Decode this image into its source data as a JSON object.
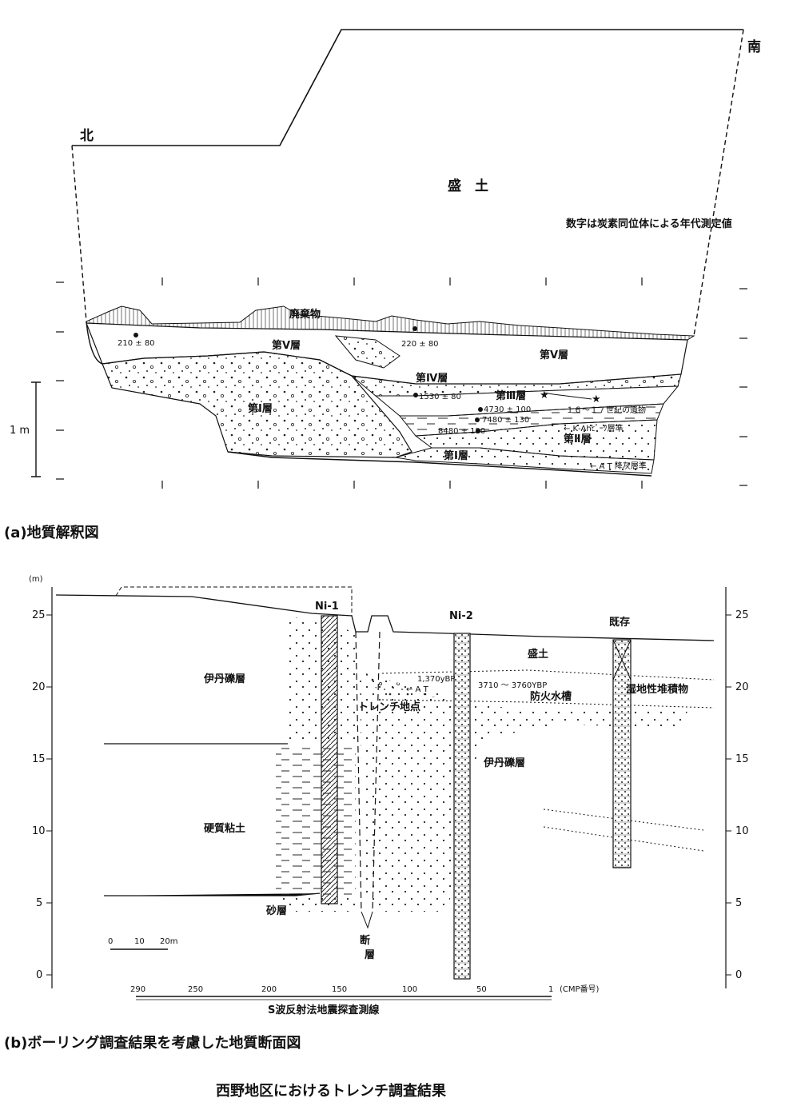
{
  "panel_a": {
    "north": "北",
    "south": "南",
    "fill_label": "盛　土",
    "note": "数字は炭素同位体による年代測定値",
    "waste": "廃棄物",
    "layer5_left": "第Ⅴ層",
    "layer5_right": "第Ⅴ層",
    "layer4": "第Ⅳ層",
    "layer3": "第Ⅲ層",
    "layer2": "第Ⅱ層",
    "layer1_left": "第Ⅰ層",
    "layer1_right": "第Ⅰ層",
    "date_210": "210 ± 80",
    "date_220": "220 ± 80",
    "date_1530": "1530 ± 80",
    "date_4730": "4730 ± 100",
    "date_7480": "7480 ± 130",
    "date_8480": "8480 ± 190",
    "relics": "１６～１７世紀の遺物",
    "kah": "← K‐Ahﾋﾟｰｸ層準",
    "at": "← A T 降灰層準",
    "scale": "1 m",
    "caption": "(a)地質解釈図"
  },
  "panel_b": {
    "unit": "(m)",
    "y_ticks": [
      "25",
      "20",
      "15",
      "10",
      "5",
      "0"
    ],
    "borehole1": "Ni-1",
    "borehole2": "Ni-2",
    "well": "既存",
    "itami_left": "伊丹礫層",
    "itami_center": "伊丹礫層",
    "hard_clay": "硬質粘土",
    "sand": "砂層",
    "fault_1": "断",
    "fault_2": "層",
    "fill": "盛土",
    "wetland": "湿地性堆積物",
    "cistern": "防火水槽",
    "trench": "トレンチ地点",
    "date_1370": "1,370yBP",
    "at": "← A T",
    "date_range": "3710 ～ 3760YBP",
    "scale_0": "0",
    "scale_10": "10",
    "scale_20": "20m",
    "cmp_ticks": [
      "290",
      "250",
      "200",
      "150",
      "100",
      "50",
      "1"
    ],
    "cmp_unit": "(CMP番号)",
    "survey_line": "S波反射法地震探査測線",
    "caption": "(b)ボーリング調査結果を考慮した地質断面図"
  },
  "title": "西野地区におけるトレンチ調査結果"
}
